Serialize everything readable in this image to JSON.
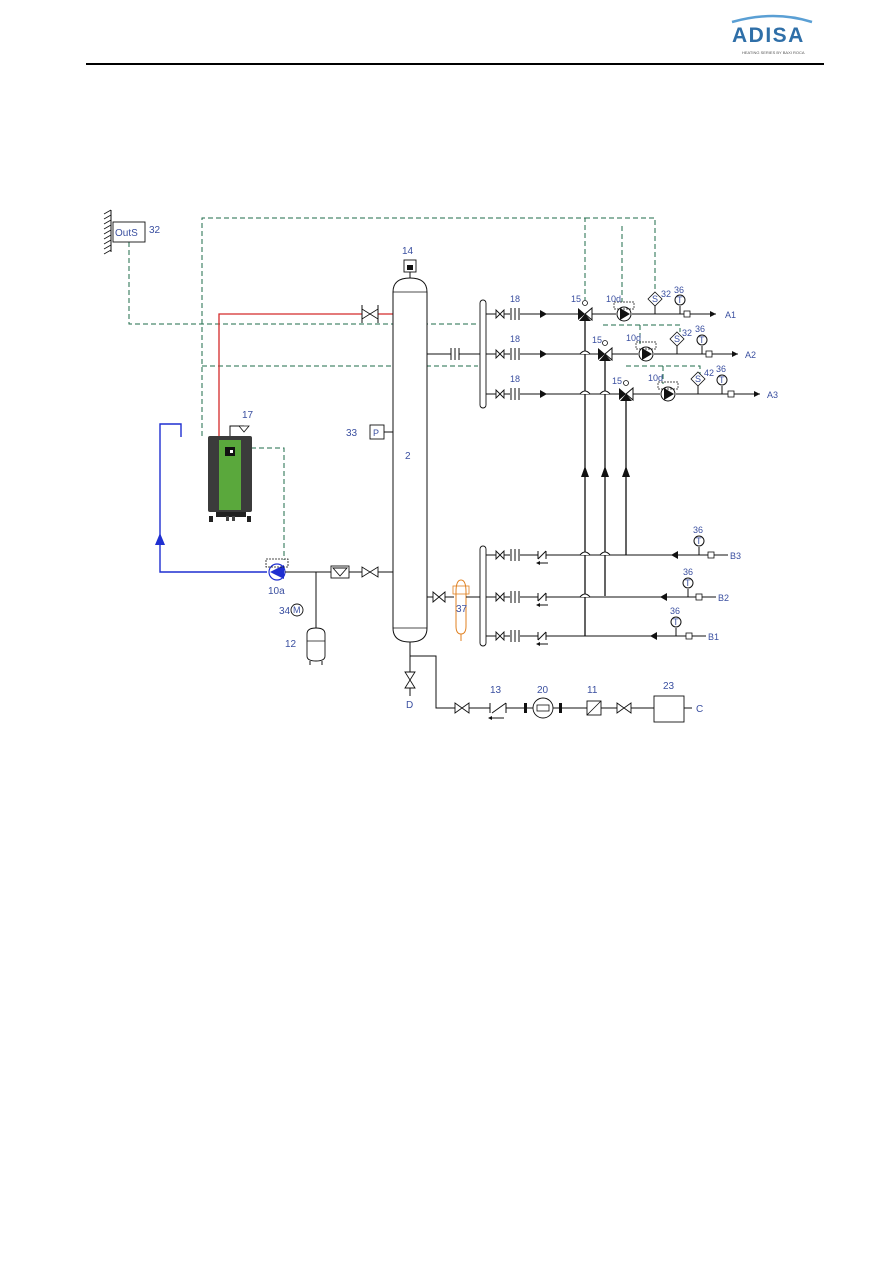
{
  "header": {
    "logo_text": "ADISA",
    "logo_subtitle": "HEATING SERIES BY BAXI ROCA",
    "colors": {
      "brand": "#2f6fa8",
      "rule": "#000000"
    }
  },
  "diagram": {
    "labels": {
      "outdoor_sensor": "OutS",
      "outdoor_sensor_num": "32",
      "boiler_num": "17",
      "header_pipe_num": "2",
      "header_top_num": "14",
      "pressure_sensor_num": "33",
      "pressure_sensor_glyph": "P",
      "boiler_pump_num": "10a",
      "manometer_num": "34",
      "expansion_vessel_num": "12",
      "drain_label": "D",
      "dirt_separator_num": "37",
      "check_valve_num": "13",
      "meter_num": "20",
      "filter_num": "11",
      "softener_num": "23",
      "supply_c": "C",
      "valve_18": "18",
      "mix_15": "15",
      "pump_10d": "10d",
      "sensor_32": "32",
      "sensor_42": "42",
      "thermo_36": "36",
      "thermo_glyph": "T",
      "sensor_glyph": "S",
      "a1": "A1",
      "a2": "A2",
      "a3": "A3",
      "b1": "B1",
      "b2": "B2",
      "b3": "B3"
    },
    "colors": {
      "pipes": "#111111",
      "control_wiring": "#1e6b4a",
      "flow_line": "#d42a2a",
      "return_line": "#1f2fd1",
      "labels": "#3a4fa0",
      "boiler_body": "#5aa83c",
      "boiler_frame": "#3b3b3b",
      "dirt_separator": "#e08020"
    },
    "icons": [
      "hatched-wall-icon",
      "boiler-icon",
      "pump-icon",
      "mixing-valve-icon",
      "gate-valve-icon",
      "check-valve-icon",
      "thermometer-icon",
      "manometer-icon",
      "expansion-vessel-icon",
      "water-meter-icon",
      "filter-icon",
      "air-vent-icon"
    ]
  }
}
